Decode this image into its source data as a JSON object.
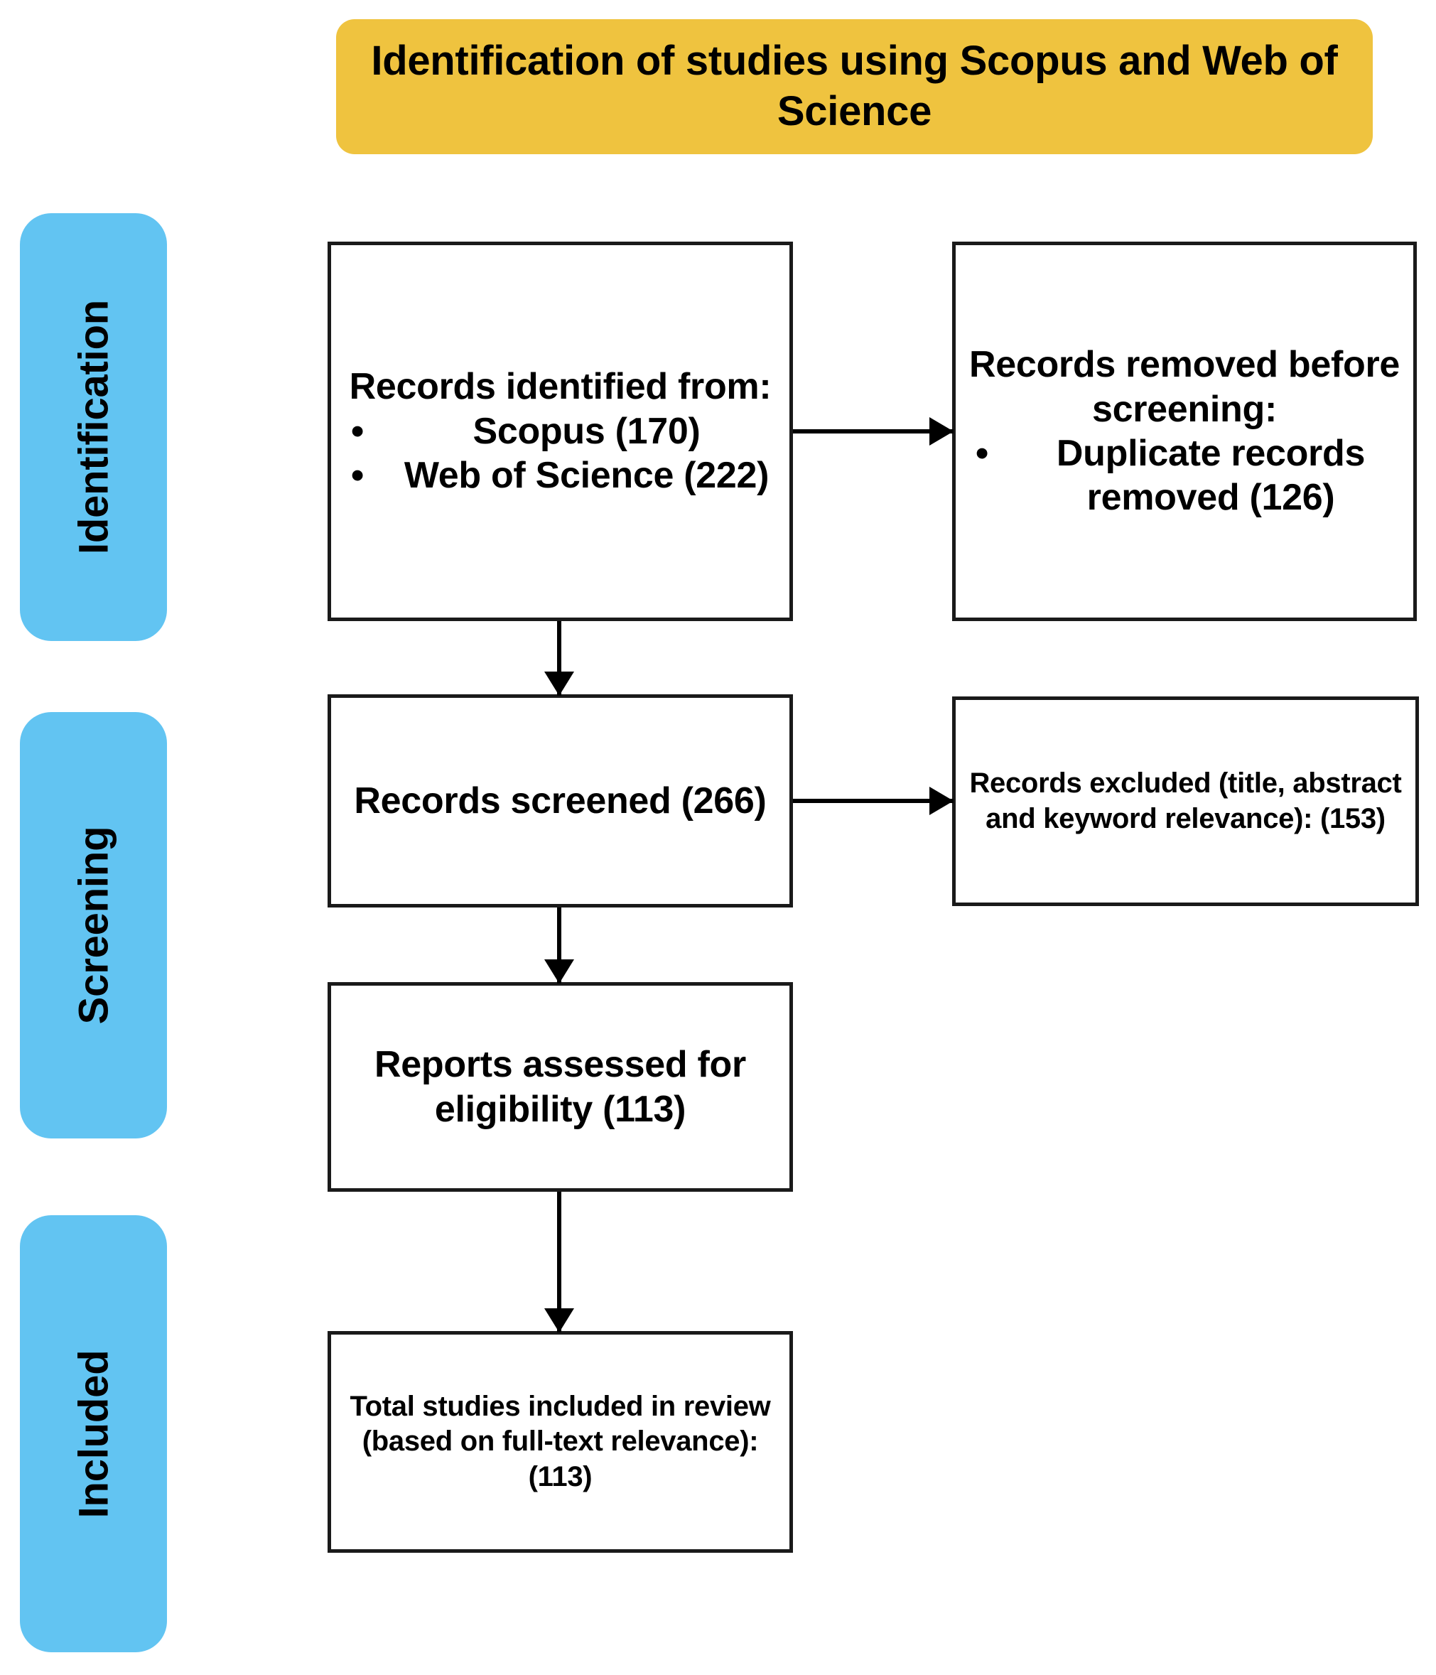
{
  "banner": {
    "title": "Identification of  studies using Scopus and Web of Science",
    "color": "#EFC33F"
  },
  "stages": {
    "color": "#62C4F2",
    "items": [
      {
        "label": "Identification"
      },
      {
        "label": "Screening"
      },
      {
        "label": "Included"
      }
    ]
  },
  "boxes": {
    "identified": {
      "heading": "Records identified from:",
      "bullets": [
        "Scopus (170)",
        "Web of Science (222)"
      ]
    },
    "removed": {
      "heading": "Records removed before screening:",
      "bullets": [
        "Duplicate records removed (126)"
      ]
    },
    "screened": {
      "text": "Records screened (266)"
    },
    "excluded": {
      "text": "Records excluded (title, abstract and keyword relevance): (153)"
    },
    "eligible": {
      "text": "Reports assessed for eligibility (113)"
    },
    "included": {
      "text": "Total studies included in review (based on full-text relevance): (113)"
    }
  },
  "flow_data": {
    "type": "prisma-flow",
    "identified_scopus": 170,
    "identified_web_of_science": 222,
    "duplicates_removed": 126,
    "records_screened": 266,
    "records_excluded": 153,
    "reports_assessed": 113,
    "studies_included": 113
  }
}
